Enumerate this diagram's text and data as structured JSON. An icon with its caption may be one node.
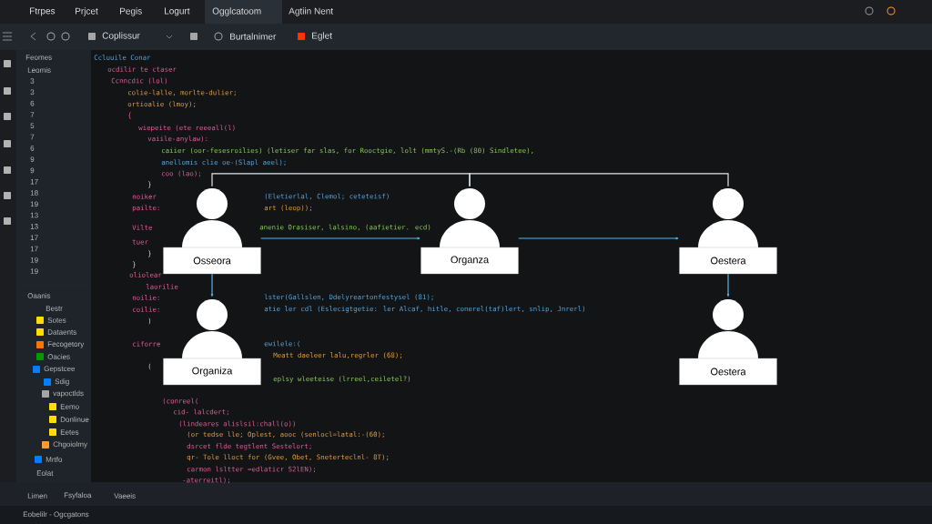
{
  "diagram": {
    "nodes": [
      {
        "text": [
          "Osseora"
        ]
      },
      {
        "text": [
          "Organza"
        ]
      },
      {
        "text": [
          "Oestera"
        ]
      },
      {
        "text": [
          "Organiza"
        ]
      },
      {
        "text": [
          "Oestera"
        ]
      }
    ],
    "edges": [
      {
        "from": 0,
        "to": 1,
        "arrow": "none",
        "color": "#dde6ec"
      },
      {
        "from": 1,
        "to": 2,
        "arrow": "none",
        "color": "#dde6ec"
      },
      {
        "from": 0,
        "to": 1,
        "arrow": "to"
      },
      {
        "from": 1,
        "to": 2,
        "arrow": "to"
      },
      {
        "from": 0,
        "to": 3,
        "arrow": "to"
      },
      {
        "from": 2,
        "to": 4,
        "arrow": "to"
      }
    ],
    "labels": [
      "Ftrpes",
      "Prjcet",
      "Pegis",
      "Logurt",
      "Ogglcatoom",
      "Agtiin Nent",
      "Coplissur",
      "Burtalnimer",
      "Eglet",
      "Feomes",
      "Leomis",
      "3",
      "3",
      "6",
      "7",
      "5",
      "7",
      "6",
      "9",
      "9",
      "17",
      "18",
      "19",
      "13",
      "13",
      "17",
      "17",
      "19",
      "19",
      "Oaanis",
      "Bestr",
      "Sotes",
      "Dataents",
      "Fecogetory",
      "Oacies",
      "Gepstcee",
      "Sdig",
      "vapoctlds",
      "Eemo",
      "Donlinue",
      "Eetes",
      "Chgoiolmy",
      "Mrtfo",
      "Eolat",
      "Limen",
      "Fsyfaloa",
      "Vaeeis",
      "Eobelilr - Ogcgatons",
      "Ccluuile Conar",
      "ocdilir te ctaser",
      "Ccnncdic (lol)",
      "colie-lalle, morlte-dulier;",
      "ortioalie (lmoy);",
      "{",
      "wiepeite (ete reeeall(l)",
      "vaiile-anylaw):",
      "caiier (oor-fesesroilies) (letiser far slas, for Rooctgie, lolt (mmtyS.-(Rb (80) Sindletee),",
      "anellomis clie oe-(Slapl aeel);",
      "coo (lao);",
      "}",
      "noiker",
      "(Eletierlal, Clemol; ceteteisf)",
      "pailte:",
      "art (leop));",
      "Vilte",
      "anenie Orasiser, lalsino, (aafietier. ecd)",
      "tuer",
      "}",
      "}",
      "oliolear",
      "laorilie",
      "noilie:",
      "lster(Gallslen, Ddelyreartonfestysel (81);",
      "coilie:",
      "atie ler cdl (Eslecigtgetie: ler Alcaf, hitle, conerel(taf)lert, snlip, Jnrerl)",
      ")",
      "ciforre",
      "ewilele:(",
      "Meatt daeleer lalu,regrler (68);",
      "(",
      "eplsy wleeteise (lrreel,ceiletel?)",
      "(conreel(",
      "cid- lalcdert;",
      "(lindeares alislsil:chall(o))",
      "(or tedse lle; Oplest, aooc (senlocl=latal:-(60);",
      "dsrcet flde tegtlent Sestelort;",
      "qr- Tole lloct for (Gvee, Obet, Sneterteclnl- 8T);",
      "carmon lsltter =edlaticr S2lEN);",
      "-aterreitl);"
    ]
  }
}
